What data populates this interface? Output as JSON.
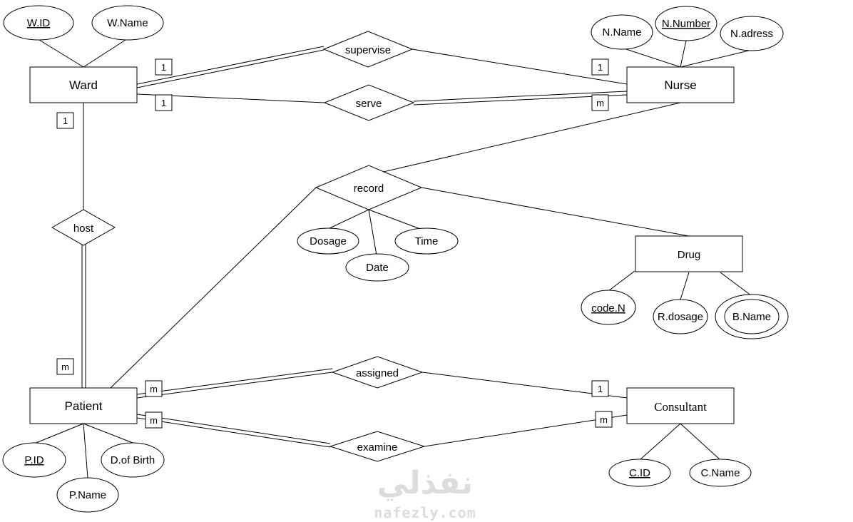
{
  "entities": {
    "ward": "Ward",
    "nurse": "Nurse",
    "patient": "Patient",
    "consultant": "Consultant",
    "drug": "Drug"
  },
  "relationships": {
    "supervise": "supervise",
    "serve": "serve",
    "record": "record",
    "host": "host",
    "assigned": "assigned",
    "examine": "examine"
  },
  "attributes": {
    "w_id": "W.ID",
    "w_name": "W.Name",
    "n_name": "N.Name",
    "n_number": "N.Number",
    "n_adress": "N.adress",
    "dosage": "Dosage",
    "date": "Date",
    "time": "Time",
    "code_n": "code.N",
    "r_dosage": "R.dosage",
    "b_name": "B.Name",
    "p_id": "P.ID",
    "p_name": "P.Name",
    "d_of_birth": "D.of Birth",
    "c_id": "C.ID",
    "c_name": "C.Name"
  },
  "cardinalities": {
    "ward_supervise": "1",
    "nurse_supervise": "1",
    "ward_serve": "1",
    "nurse_serve": "m",
    "ward_host": "1",
    "patient_host": "m",
    "patient_assigned": "m",
    "consultant_assigned": "1",
    "patient_examine": "m",
    "consultant_examine": "m"
  },
  "watermark": {
    "arabic": "نفذلي",
    "latin": "nafezly.com"
  }
}
